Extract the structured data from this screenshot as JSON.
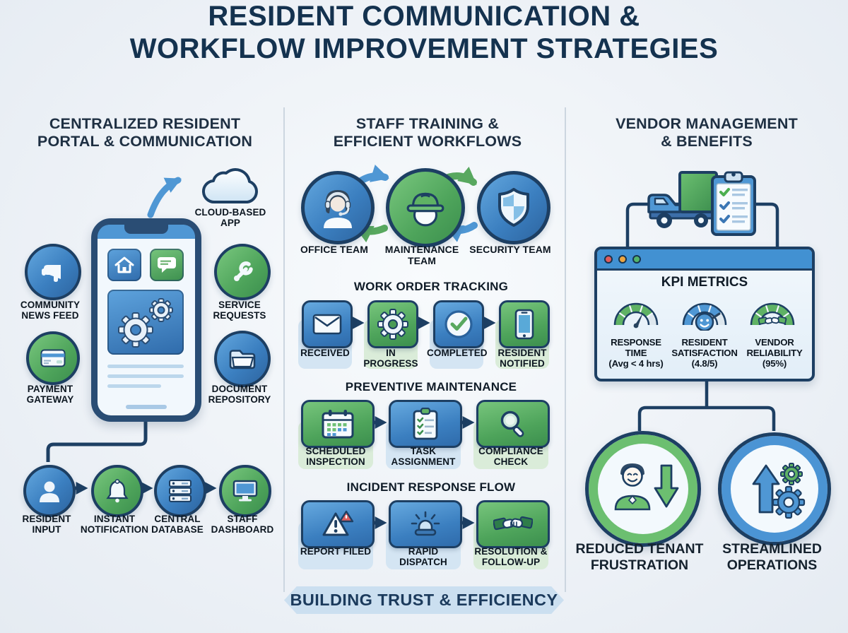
{
  "title": {
    "lines": [
      "RESIDENT COMMUNICATION &",
      "WORKFLOW IMPROVEMENT STRATEGIES"
    ]
  },
  "footer": {
    "banner": "BUILDING TRUST & EFFICIENCY"
  },
  "left": {
    "header_lines": [
      "CENTRALIZED RESIDENT",
      "PORTAL & COMMUNICATION"
    ],
    "cloud_label": "CLOUD-BASED APP",
    "portal_items": [
      {
        "label": "COMMUNITY NEWS FEED",
        "icon": "megaphone",
        "color": "blue"
      },
      {
        "label": "SERVICE REQUESTS",
        "icon": "wrench",
        "color": "green"
      },
      {
        "label": "PAYMENT GATEWAY",
        "icon": "credit-card",
        "color": "green"
      },
      {
        "label": "DOCUMENT REPOSITORY",
        "icon": "folder",
        "color": "blue"
      }
    ],
    "flow": [
      {
        "label": "RESIDENT INPUT",
        "icon": "person",
        "color": "blue"
      },
      {
        "label": "INSTANT NOTIFICATION",
        "icon": "bell",
        "color": "green"
      },
      {
        "label": "CENTRAL DATABASE",
        "icon": "server",
        "color": "blue"
      },
      {
        "label": "STAFF DASHBOARD",
        "icon": "monitor",
        "color": "green"
      }
    ]
  },
  "middle": {
    "header_lines": [
      "STAFF TRAINING &",
      "EFFICIENT WORKFLOWS"
    ],
    "teams": [
      {
        "label": "OFFICE TEAM",
        "icon": "headset-agent",
        "color": "blue"
      },
      {
        "label": "MAINTENANCE TEAM",
        "icon": "hard-hat",
        "color": "green"
      },
      {
        "label": "SECURITY TEAM",
        "icon": "shield",
        "color": "blue"
      }
    ],
    "sections": [
      {
        "title": "WORK ORDER TRACKING",
        "steps": [
          {
            "label": "RECEIVED",
            "icon": "envelope",
            "color": "blue"
          },
          {
            "label": "IN PROGRESS",
            "icon": "gear",
            "color": "green"
          },
          {
            "label": "COMPLETED",
            "icon": "check-circle",
            "color": "blue"
          },
          {
            "label": "RESIDENT NOTIFIED",
            "icon": "smartphone",
            "color": "green"
          }
        ]
      },
      {
        "title": "PREVENTIVE MAINTENANCE",
        "steps": [
          {
            "label": "SCHEDULED INSPECTION",
            "icon": "calendar",
            "color": "green"
          },
          {
            "label": "TASK ASSIGNMENT",
            "icon": "clipboard",
            "color": "blue"
          },
          {
            "label": "COMPLIANCE CHECK",
            "icon": "magnifier",
            "color": "green"
          }
        ]
      },
      {
        "title": "INCIDENT RESPONSE FLOW",
        "steps": [
          {
            "label": "REPORT FILED",
            "icon": "warning-triangle",
            "color": "blue"
          },
          {
            "label": "RAPID DISPATCH",
            "icon": "siren",
            "color": "blue"
          },
          {
            "label": "RESOLUTION & FOLLOW-UP",
            "icon": "handshake",
            "color": "green"
          }
        ]
      }
    ]
  },
  "right": {
    "header_lines": [
      "VENDOR MANAGEMENT",
      "& BENEFITS"
    ],
    "vendor_icons": [
      "delivery-truck",
      "checklist-clipboard"
    ],
    "kpi": {
      "title": "KPI METRICS",
      "metrics": [
        {
          "label": "RESPONSE TIME",
          "value": "(Avg < 4 hrs)",
          "gauge": "needle",
          "color": "green"
        },
        {
          "label": "RESIDENT SATISFACTION",
          "value": "(4.8/5)",
          "gauge": "smiley",
          "color": "blue"
        },
        {
          "label": "VENDOR RELIABILITY",
          "value": "(95%)",
          "gauge": "handshake",
          "color": "green"
        }
      ]
    },
    "benefits": [
      {
        "label": "REDUCED TENANT FRUSTRATION",
        "icon": "person-down-arrow",
        "ring": "green"
      },
      {
        "label": "STREAMLINED OPERATIONS",
        "icon": "up-arrow-gears",
        "ring": "blue"
      }
    ]
  },
  "colors": {
    "navy": "#1d3f63",
    "title_text": "#14324f",
    "label_text": "#0c1620",
    "blue": "#4f97d4",
    "blue_deep": "#2f6bab",
    "green": "#58a85f",
    "green_deep": "#3c8f4e",
    "chip_blue": "#d4e5f3",
    "chip_green": "#daecd9",
    "ribbon": "#cbdff0",
    "browser_bar": "#4291d2",
    "dot_red": "#e25b5b",
    "dot_yellow": "#eda53f",
    "dot_green": "#53b46a",
    "background": "#eef2f7"
  }
}
